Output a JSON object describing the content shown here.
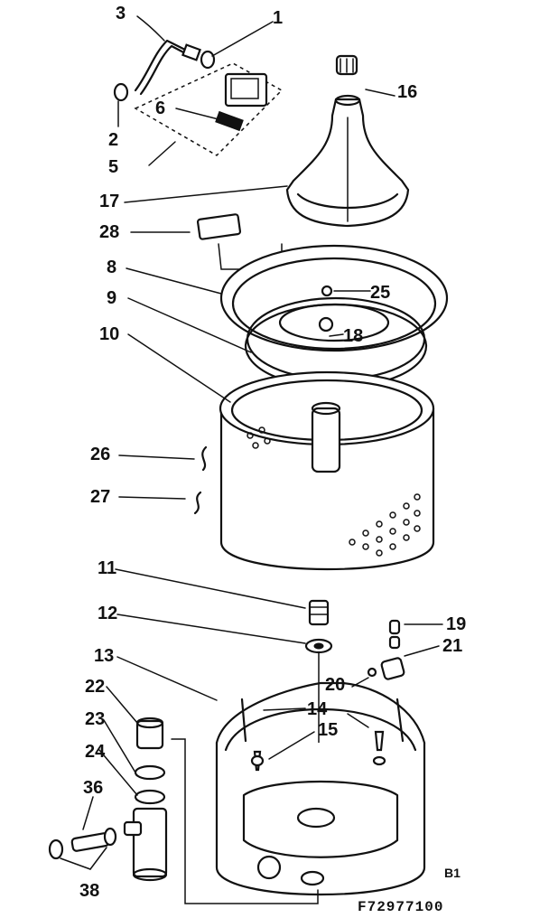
{
  "diagram": {
    "callouts": [
      {
        "id": "1",
        "text": "1"
      },
      {
        "id": "2",
        "text": "2"
      },
      {
        "id": "3",
        "text": "3"
      },
      {
        "id": "5",
        "text": "5"
      },
      {
        "id": "6",
        "text": "6"
      },
      {
        "id": "8",
        "text": "8"
      },
      {
        "id": "9",
        "text": "9"
      },
      {
        "id": "10",
        "text": "10"
      },
      {
        "id": "11",
        "text": "11"
      },
      {
        "id": "12",
        "text": "12"
      },
      {
        "id": "13",
        "text": "13"
      },
      {
        "id": "14",
        "text": "14"
      },
      {
        "id": "15",
        "text": "15"
      },
      {
        "id": "16",
        "text": "16"
      },
      {
        "id": "17",
        "text": "17"
      },
      {
        "id": "18",
        "text": "18"
      },
      {
        "id": "19",
        "text": "19"
      },
      {
        "id": "20",
        "text": "20"
      },
      {
        "id": "21",
        "text": "21"
      },
      {
        "id": "22",
        "text": "22"
      },
      {
        "id": "23",
        "text": "23"
      },
      {
        "id": "24",
        "text": "24"
      },
      {
        "id": "25",
        "text": "25"
      },
      {
        "id": "26",
        "text": "26"
      },
      {
        "id": "27",
        "text": "27"
      },
      {
        "id": "28",
        "text": "28"
      },
      {
        "id": "36",
        "text": "36"
      },
      {
        "id": "38",
        "text": "38"
      }
    ],
    "revision_mark": "B1",
    "figure_code": "F72977100"
  }
}
